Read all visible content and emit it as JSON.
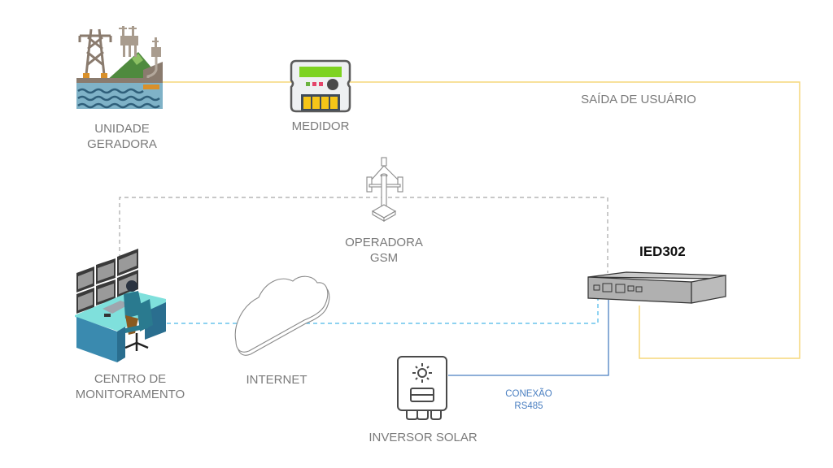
{
  "diagram": {
    "nodes": {
      "generator": {
        "label_line1": "UNIDADE",
        "label_line2": "GERADORA",
        "icon": "hydro-power-plant-icon"
      },
      "meter": {
        "label": "MEDIDOR",
        "icon": "energy-meter-icon"
      },
      "gsm": {
        "label_line1": "OPERADORA",
        "label_line2": "GSM",
        "icon": "cell-tower-icon"
      },
      "monitoring": {
        "label_line1": "CENTRO DE",
        "label_line2": "MONITORAMENTO",
        "icon": "monitoring-center-icon"
      },
      "internet": {
        "label": "INTERNET",
        "icon": "cloud-icon"
      },
      "ied": {
        "label": "IED302",
        "icon": "ied-device-icon"
      },
      "inverter": {
        "label": "INVERSOR SOLAR",
        "icon": "solar-inverter-icon"
      }
    },
    "connections": {
      "user_output": {
        "label": "SAÍDA DE USUÁRIO",
        "color": "#f5d77a",
        "style": "solid"
      },
      "gsm_link": {
        "color": "#a8a8a8",
        "style": "dashed"
      },
      "internet_link": {
        "color": "#4ab8e8",
        "style": "dashed"
      },
      "rs485": {
        "label_line1": "CONEXÃO",
        "label_line2": "RS485",
        "color": "#4a7fc1",
        "style": "solid"
      }
    }
  }
}
